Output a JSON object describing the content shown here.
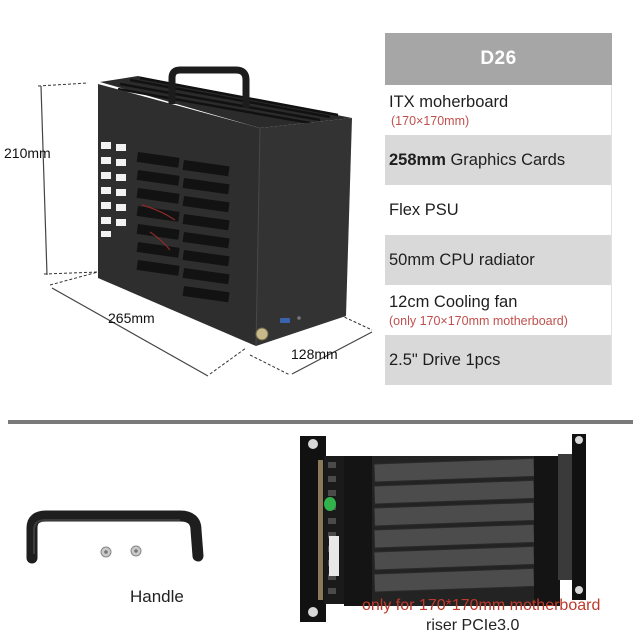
{
  "product": {
    "model": "D26"
  },
  "dimensions": {
    "height": "210mm",
    "length": "265mm",
    "width": "128mm"
  },
  "specs": [
    {
      "main": "ITX moherboard",
      "bold_prefix": "",
      "note": "(170×170mm)",
      "bg": "white"
    },
    {
      "main": "Graphics Cards",
      "bold_prefix": "258mm",
      "note": "",
      "bg": "grey"
    },
    {
      "main": "Flex PSU",
      "bold_prefix": "",
      "note": "",
      "bg": "white"
    },
    {
      "main": "50mm CPU radiator",
      "bold_prefix": "",
      "note": "",
      "bg": "grey"
    },
    {
      "main": "12cm Cooling fan",
      "bold_prefix": "",
      "note": "(only 170×170mm motherboard)",
      "bg": "white"
    },
    {
      "main": "2.5\" Drive 1pcs",
      "bold_prefix": "",
      "note": "",
      "bg": "grey"
    }
  ],
  "accessories": {
    "handle_caption": "Handle",
    "riser_note": "only for 170*170mm motherboard",
    "riser_caption": "riser PCIe3.0"
  },
  "colors": {
    "header_bg": "#a6a6a6",
    "row_grey": "#d9d9d9",
    "note_red": "#c0504d",
    "divider": "#7a7a7a"
  }
}
